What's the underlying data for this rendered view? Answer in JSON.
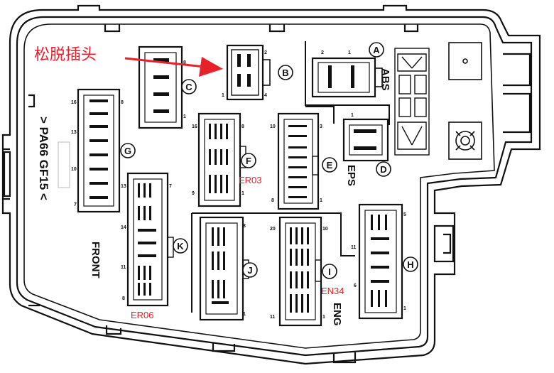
{
  "annotation": {
    "text": "松脱插头",
    "color": "#e8202a"
  },
  "side_text": {
    "material": "> PA66 GF15 <",
    "front": "FRONT"
  },
  "sections": {
    "abs": "ABS",
    "eps": "EPS",
    "eng": "ENG"
  },
  "connectors": {
    "A": {
      "letter": "A"
    },
    "B": {
      "letter": "B",
      "pins": [
        "2",
        "4",
        "1"
      ]
    },
    "C": {
      "letter": "C",
      "pins": [
        "8",
        "1"
      ]
    },
    "D": {
      "letter": "D",
      "pins": [
        "1"
      ]
    },
    "E": {
      "letter": "E",
      "pins": [
        "10",
        "3",
        "1",
        "8"
      ],
      "code": ""
    },
    "F": {
      "letter": "F",
      "pins": [
        "16",
        "9",
        "8",
        "1"
      ],
      "code": "ER03"
    },
    "G": {
      "letter": "G",
      "pins": [
        "16",
        "8",
        "13",
        "10",
        "7"
      ]
    },
    "H": {
      "letter": "H",
      "pins": [
        "5",
        "11",
        "1",
        "6"
      ]
    },
    "I": {
      "letter": "I",
      "pins": [
        "20",
        "10",
        "11",
        "1"
      ],
      "code": "EN34"
    },
    "J": {
      "letter": "J",
      "pins": [
        "8",
        "1"
      ]
    },
    "K": {
      "letter": "K",
      "pins": [
        "13",
        "7",
        "14",
        "11",
        "8"
      ],
      "code": "ER06"
    },
    "ABS": {
      "pins": [
        "2",
        "1"
      ]
    }
  },
  "colors": {
    "line": "#111111",
    "accent": "#e8202a"
  }
}
